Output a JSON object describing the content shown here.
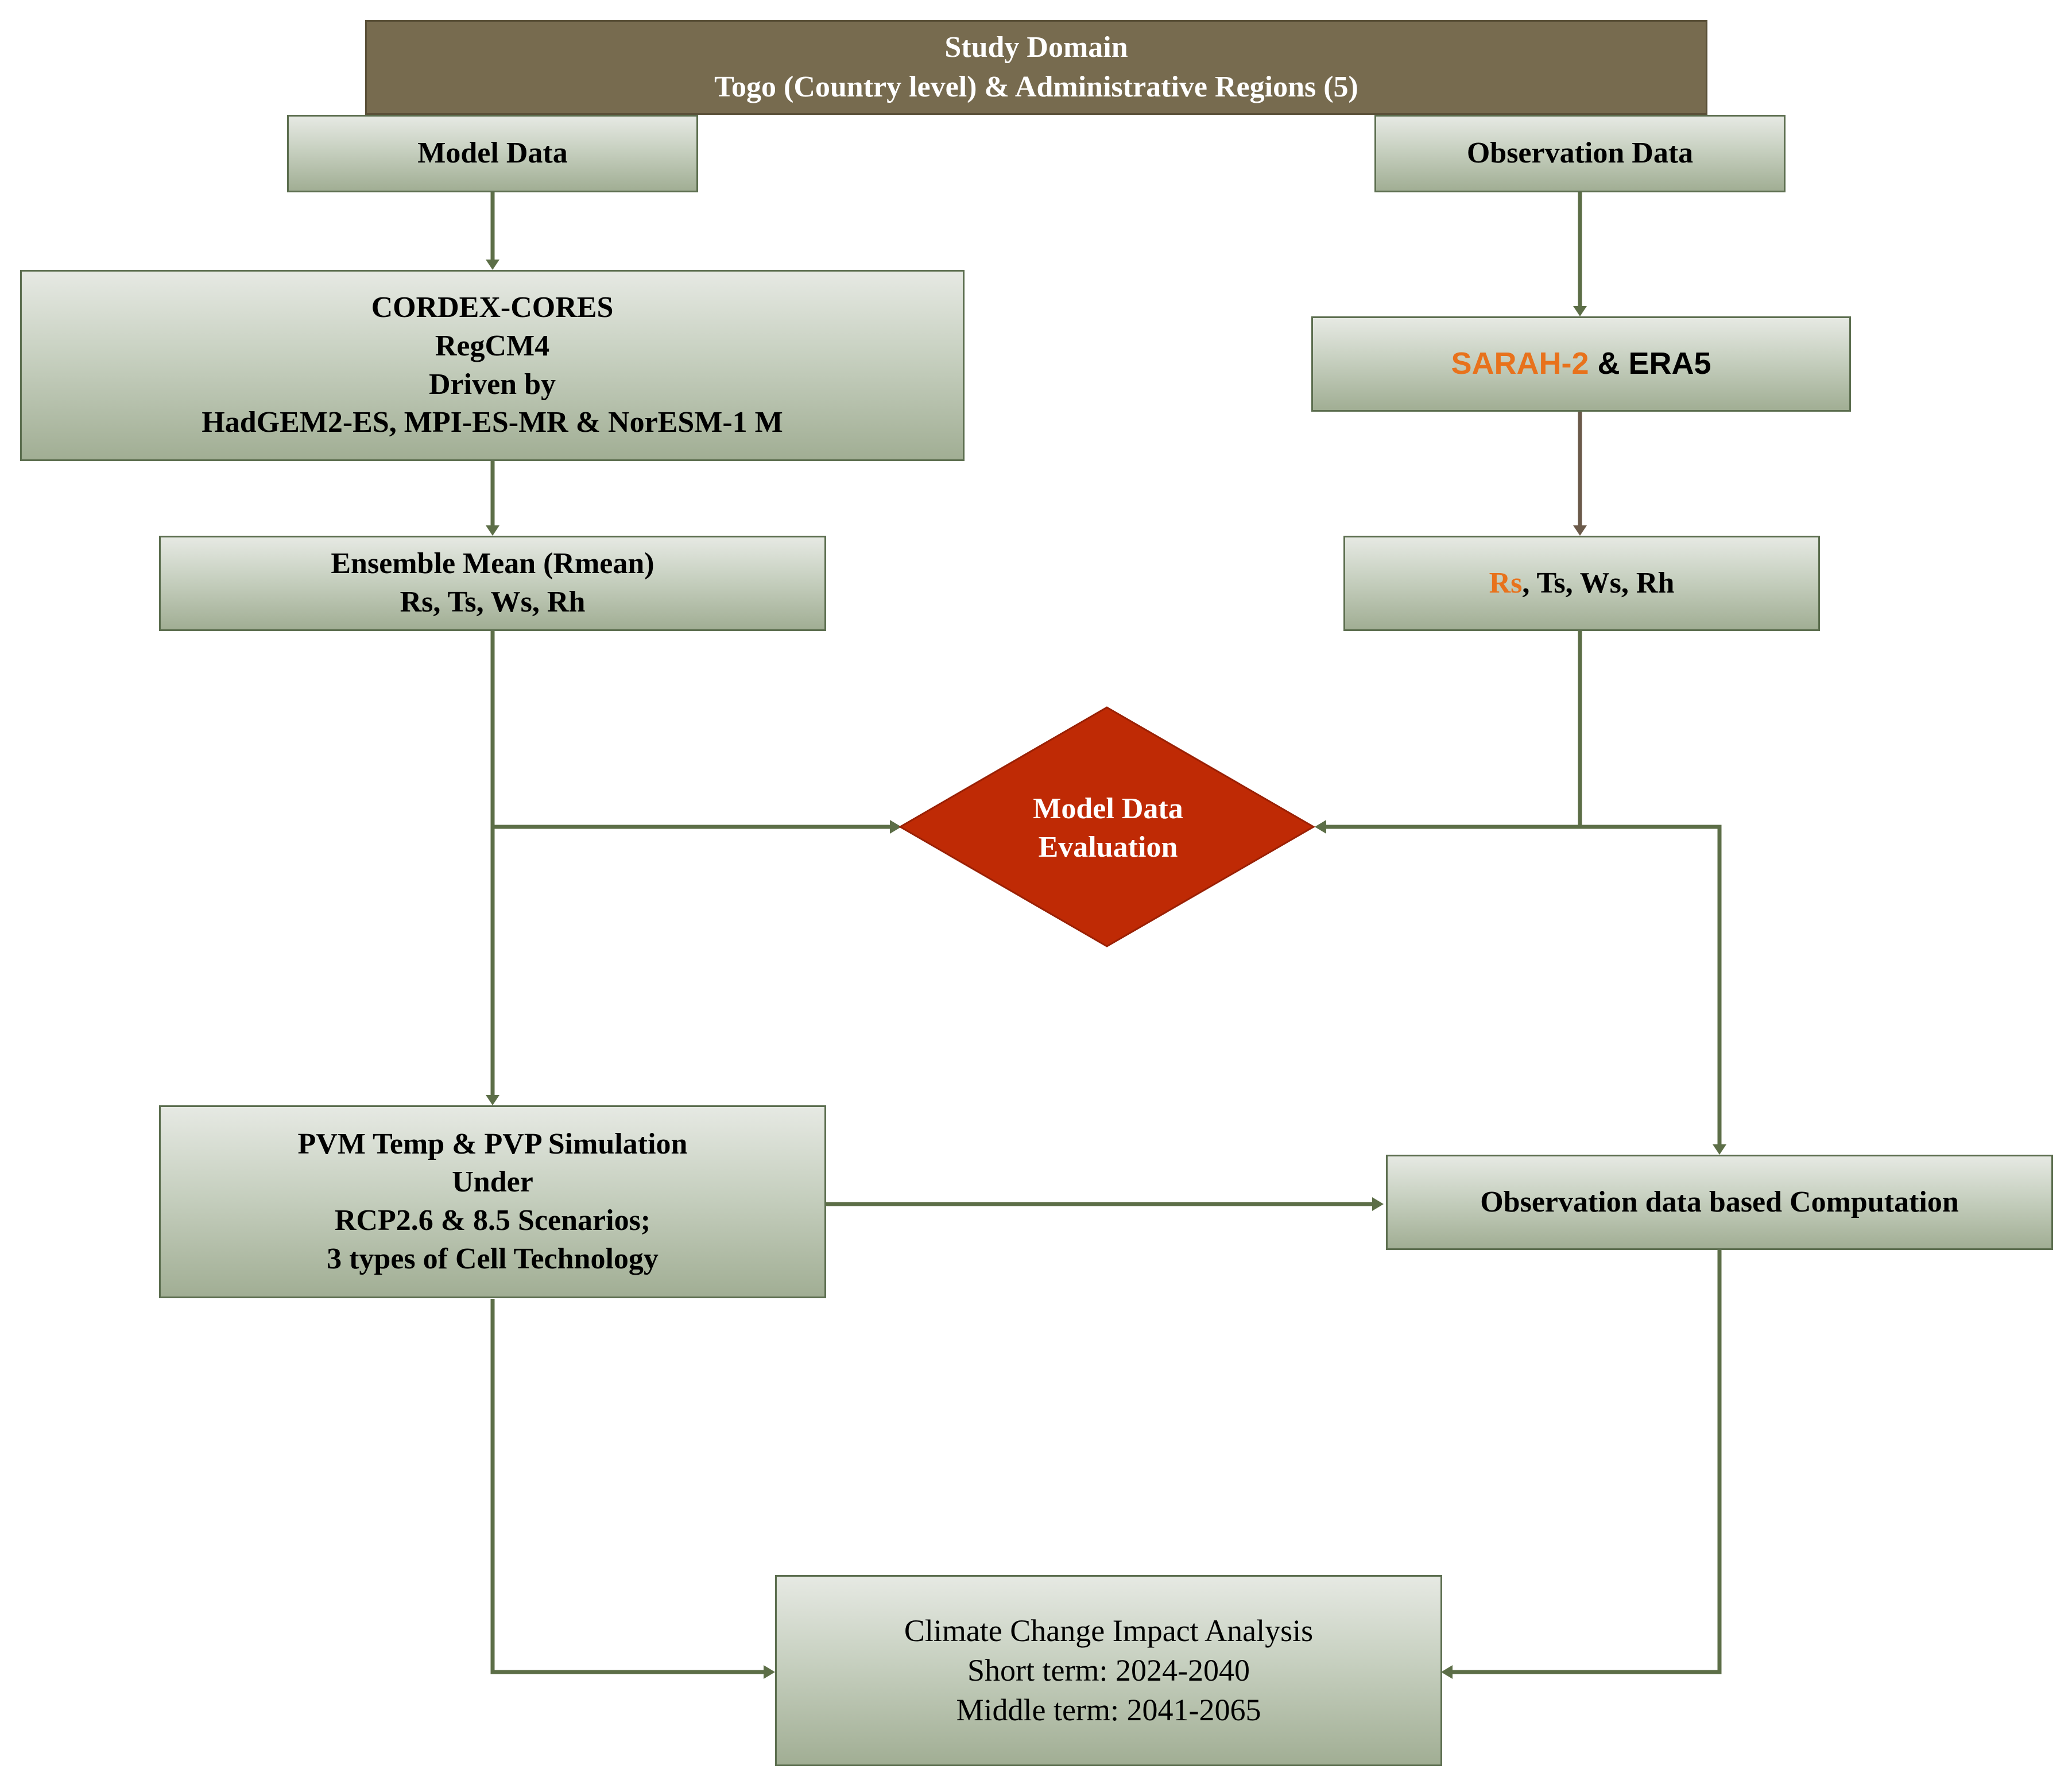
{
  "study_domain": {
    "title": "Study Domain",
    "subtitle": "Togo (Country level) & Administrative Regions (5)"
  },
  "model_data": {
    "label": "Model Data"
  },
  "observation_data": {
    "label": "Observation Data"
  },
  "cordex": {
    "line1": "CORDEX-CORES",
    "line2": "RegCM4",
    "line3": "Driven by",
    "line4": "HadGEM2-ES, MPI-ES-MR & NorESM-1 M"
  },
  "sarah": {
    "highlight": "SARAH-2",
    "rest": " & ERA5"
  },
  "ensemble": {
    "line1": "Ensemble Mean (Rmean)",
    "line2": "Rs, Ts, Ws, Rh"
  },
  "obs_vars": {
    "highlight": "Rs",
    "rest": ", Ts, Ws, Rh"
  },
  "evaluation": {
    "line1": "Model Data",
    "line2": "Evaluation"
  },
  "simulation": {
    "line1": "PVM Temp & PVP Simulation",
    "line2": "Under",
    "line3": "RCP2.6 & 8.5 Scenarios;",
    "line4": "3 types of Cell Technology"
  },
  "obs_computation": {
    "label": "Observation data based Computation"
  },
  "impact": {
    "line1": "Climate Change Impact Analysis",
    "line2": "Short term: 2024-2040",
    "line3": "Middle term: 2041-2065"
  },
  "colors": {
    "connector": "#5c6e47",
    "connector_brown": "#6b5a4a",
    "header_fill": "#776b4f",
    "diamond_fill": "#bf2a05",
    "highlight": "#e8721c"
  }
}
